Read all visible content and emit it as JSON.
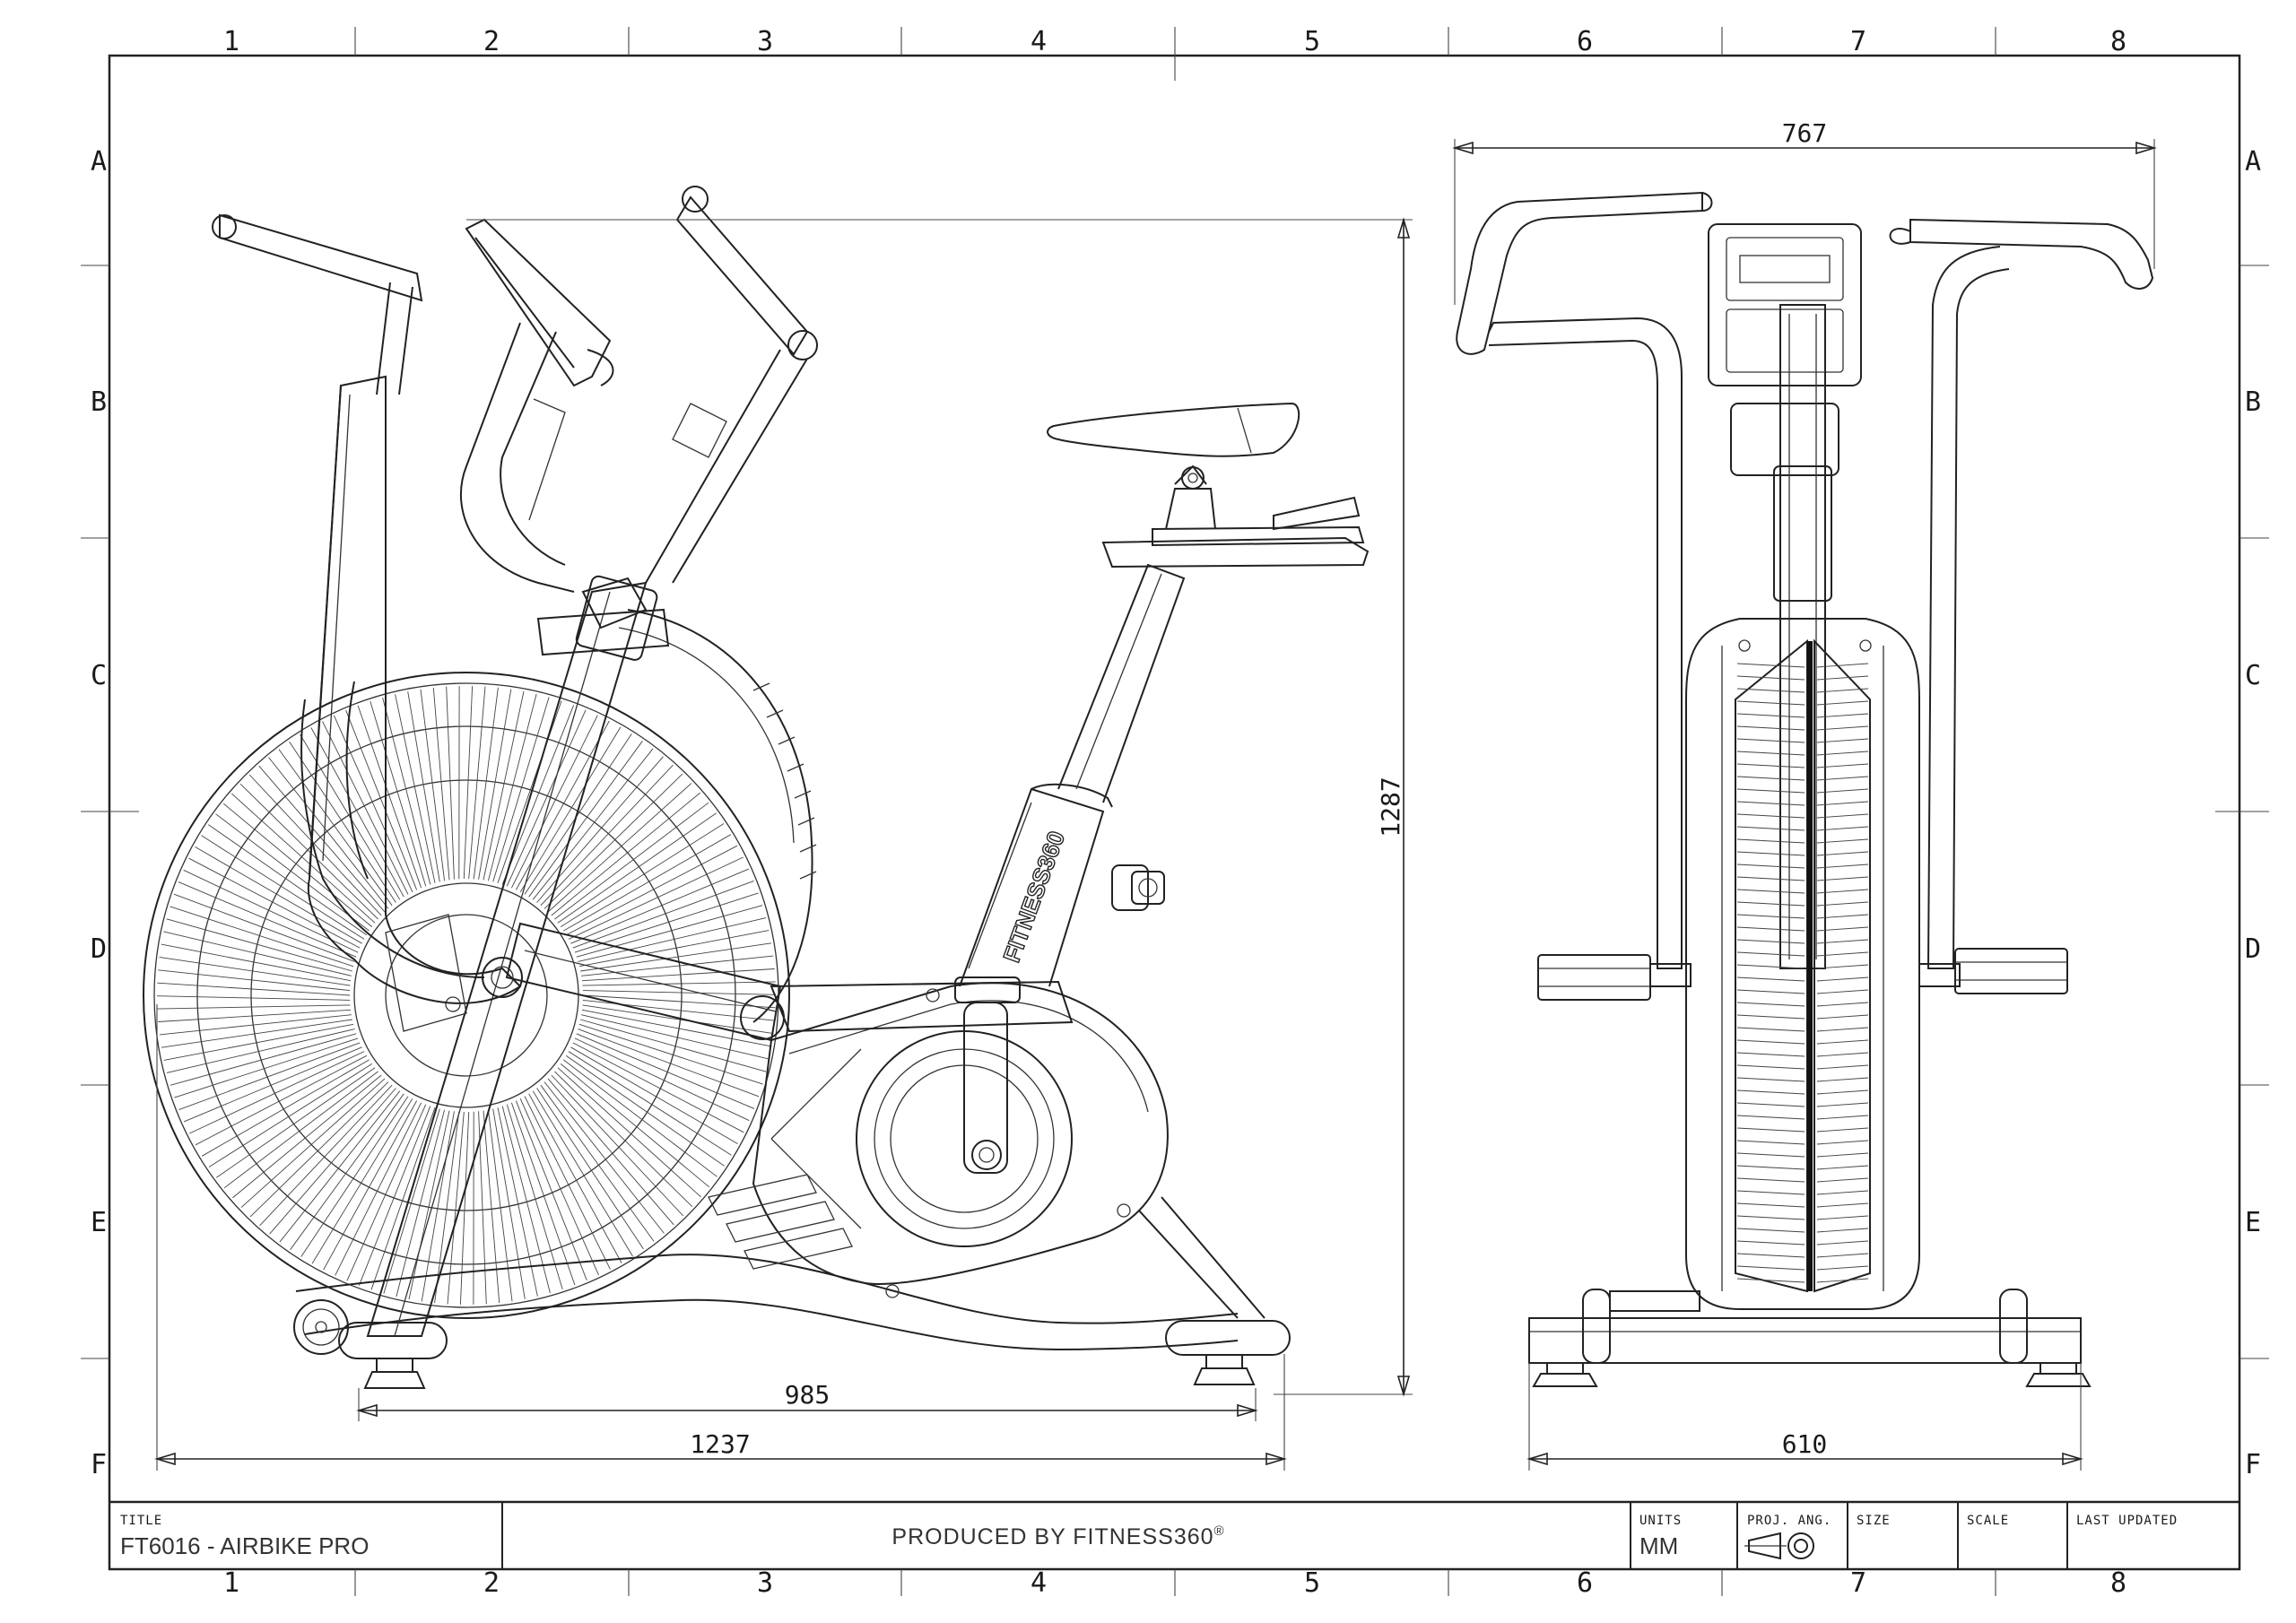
{
  "grid": {
    "columns": [
      "1",
      "2",
      "3",
      "4",
      "5",
      "6",
      "7",
      "8"
    ],
    "rows": [
      "A",
      "B",
      "C",
      "D",
      "E",
      "F"
    ]
  },
  "dimensions": {
    "side_height": "1287",
    "side_wheelbase": "985",
    "side_length": "1237",
    "front_width_top": "767",
    "front_width_base": "610"
  },
  "drawing": {
    "brand_text": "FITNESS360"
  },
  "title_block": {
    "title_label": "TITLE",
    "title_value": "FT6016 - AIRBIKE PRO",
    "produced_by": "PRODUCED BY FITNESS360",
    "produced_mark": "®",
    "units_label": "UNITS",
    "units_value": "MM",
    "proj_label": "PROJ. ANG.",
    "size_label": "SIZE",
    "scale_label": "SCALE",
    "updated_label": "LAST UPDATED"
  }
}
